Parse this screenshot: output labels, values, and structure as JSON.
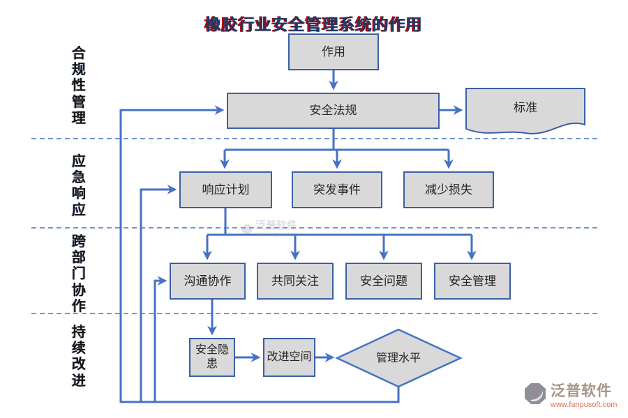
{
  "title": "橡胶行业安全管理系统的作用",
  "lanes": [
    {
      "label": "合规性管理"
    },
    {
      "label": "应急响应"
    },
    {
      "label": "跨部门协作"
    },
    {
      "label": "持续改进"
    }
  ],
  "nodes": {
    "role": "作用",
    "safety_regulations": "安全法规",
    "standard": "标准",
    "response_plan": "响应计划",
    "emergency_event": "突发事件",
    "reduce_loss": "减少损失",
    "communication": "沟通协作",
    "common_concern": "共同关注",
    "safety_issues": "安全问题",
    "safety_management": "安全管理",
    "hidden_danger": "安全隐患",
    "improvement_space": "改进空间",
    "management_level": "管理水平"
  },
  "watermark": {
    "text": "泛普软件",
    "url": "www.fanpusoft.com"
  },
  "logo": {
    "name": "泛普软件",
    "url": "www.fanpusoft.com"
  },
  "colors": {
    "connector": "#4472C4",
    "node_fill": "#D9D9D9",
    "node_border": "#3A5FA6",
    "title_blue": "#1F3864",
    "title_red_shadow": "#C00000",
    "logo_orange": "#D4714E",
    "logo_gray": "#8E9099"
  }
}
